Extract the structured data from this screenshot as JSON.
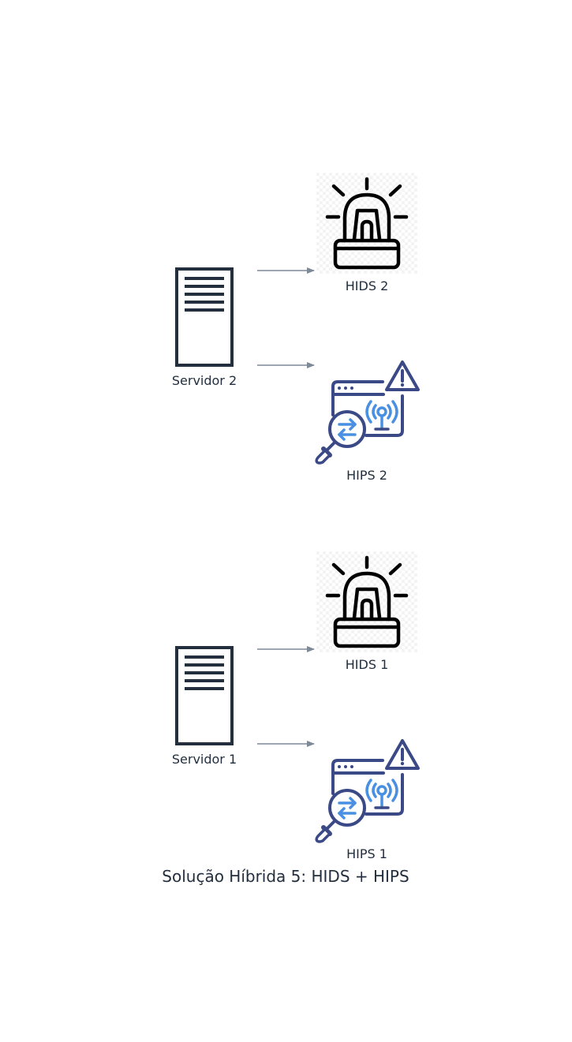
{
  "diagram": {
    "caption": "Solução Híbrida 5: HIDS + HIPS",
    "groups": [
      {
        "server": {
          "label": "Servidor 2",
          "icon": "server-icon"
        },
        "hids": {
          "label": "HIDS 2",
          "icon": "alarm-siren-icon"
        },
        "hips": {
          "label": "HIPS 2",
          "icon": "network-inspection-alert-icon"
        }
      },
      {
        "server": {
          "label": "Servidor 1",
          "icon": "server-icon"
        },
        "hids": {
          "label": "HIDS 1",
          "icon": "alarm-siren-icon"
        },
        "hips": {
          "label": "HIPS 1",
          "icon": "network-inspection-alert-icon"
        }
      }
    ],
    "colors": {
      "server": "#232f3e",
      "arrow": "#7d8998",
      "siren": "#000000",
      "hips_dark": "#3b4a87",
      "hips_accent": "#4a90e2"
    }
  }
}
